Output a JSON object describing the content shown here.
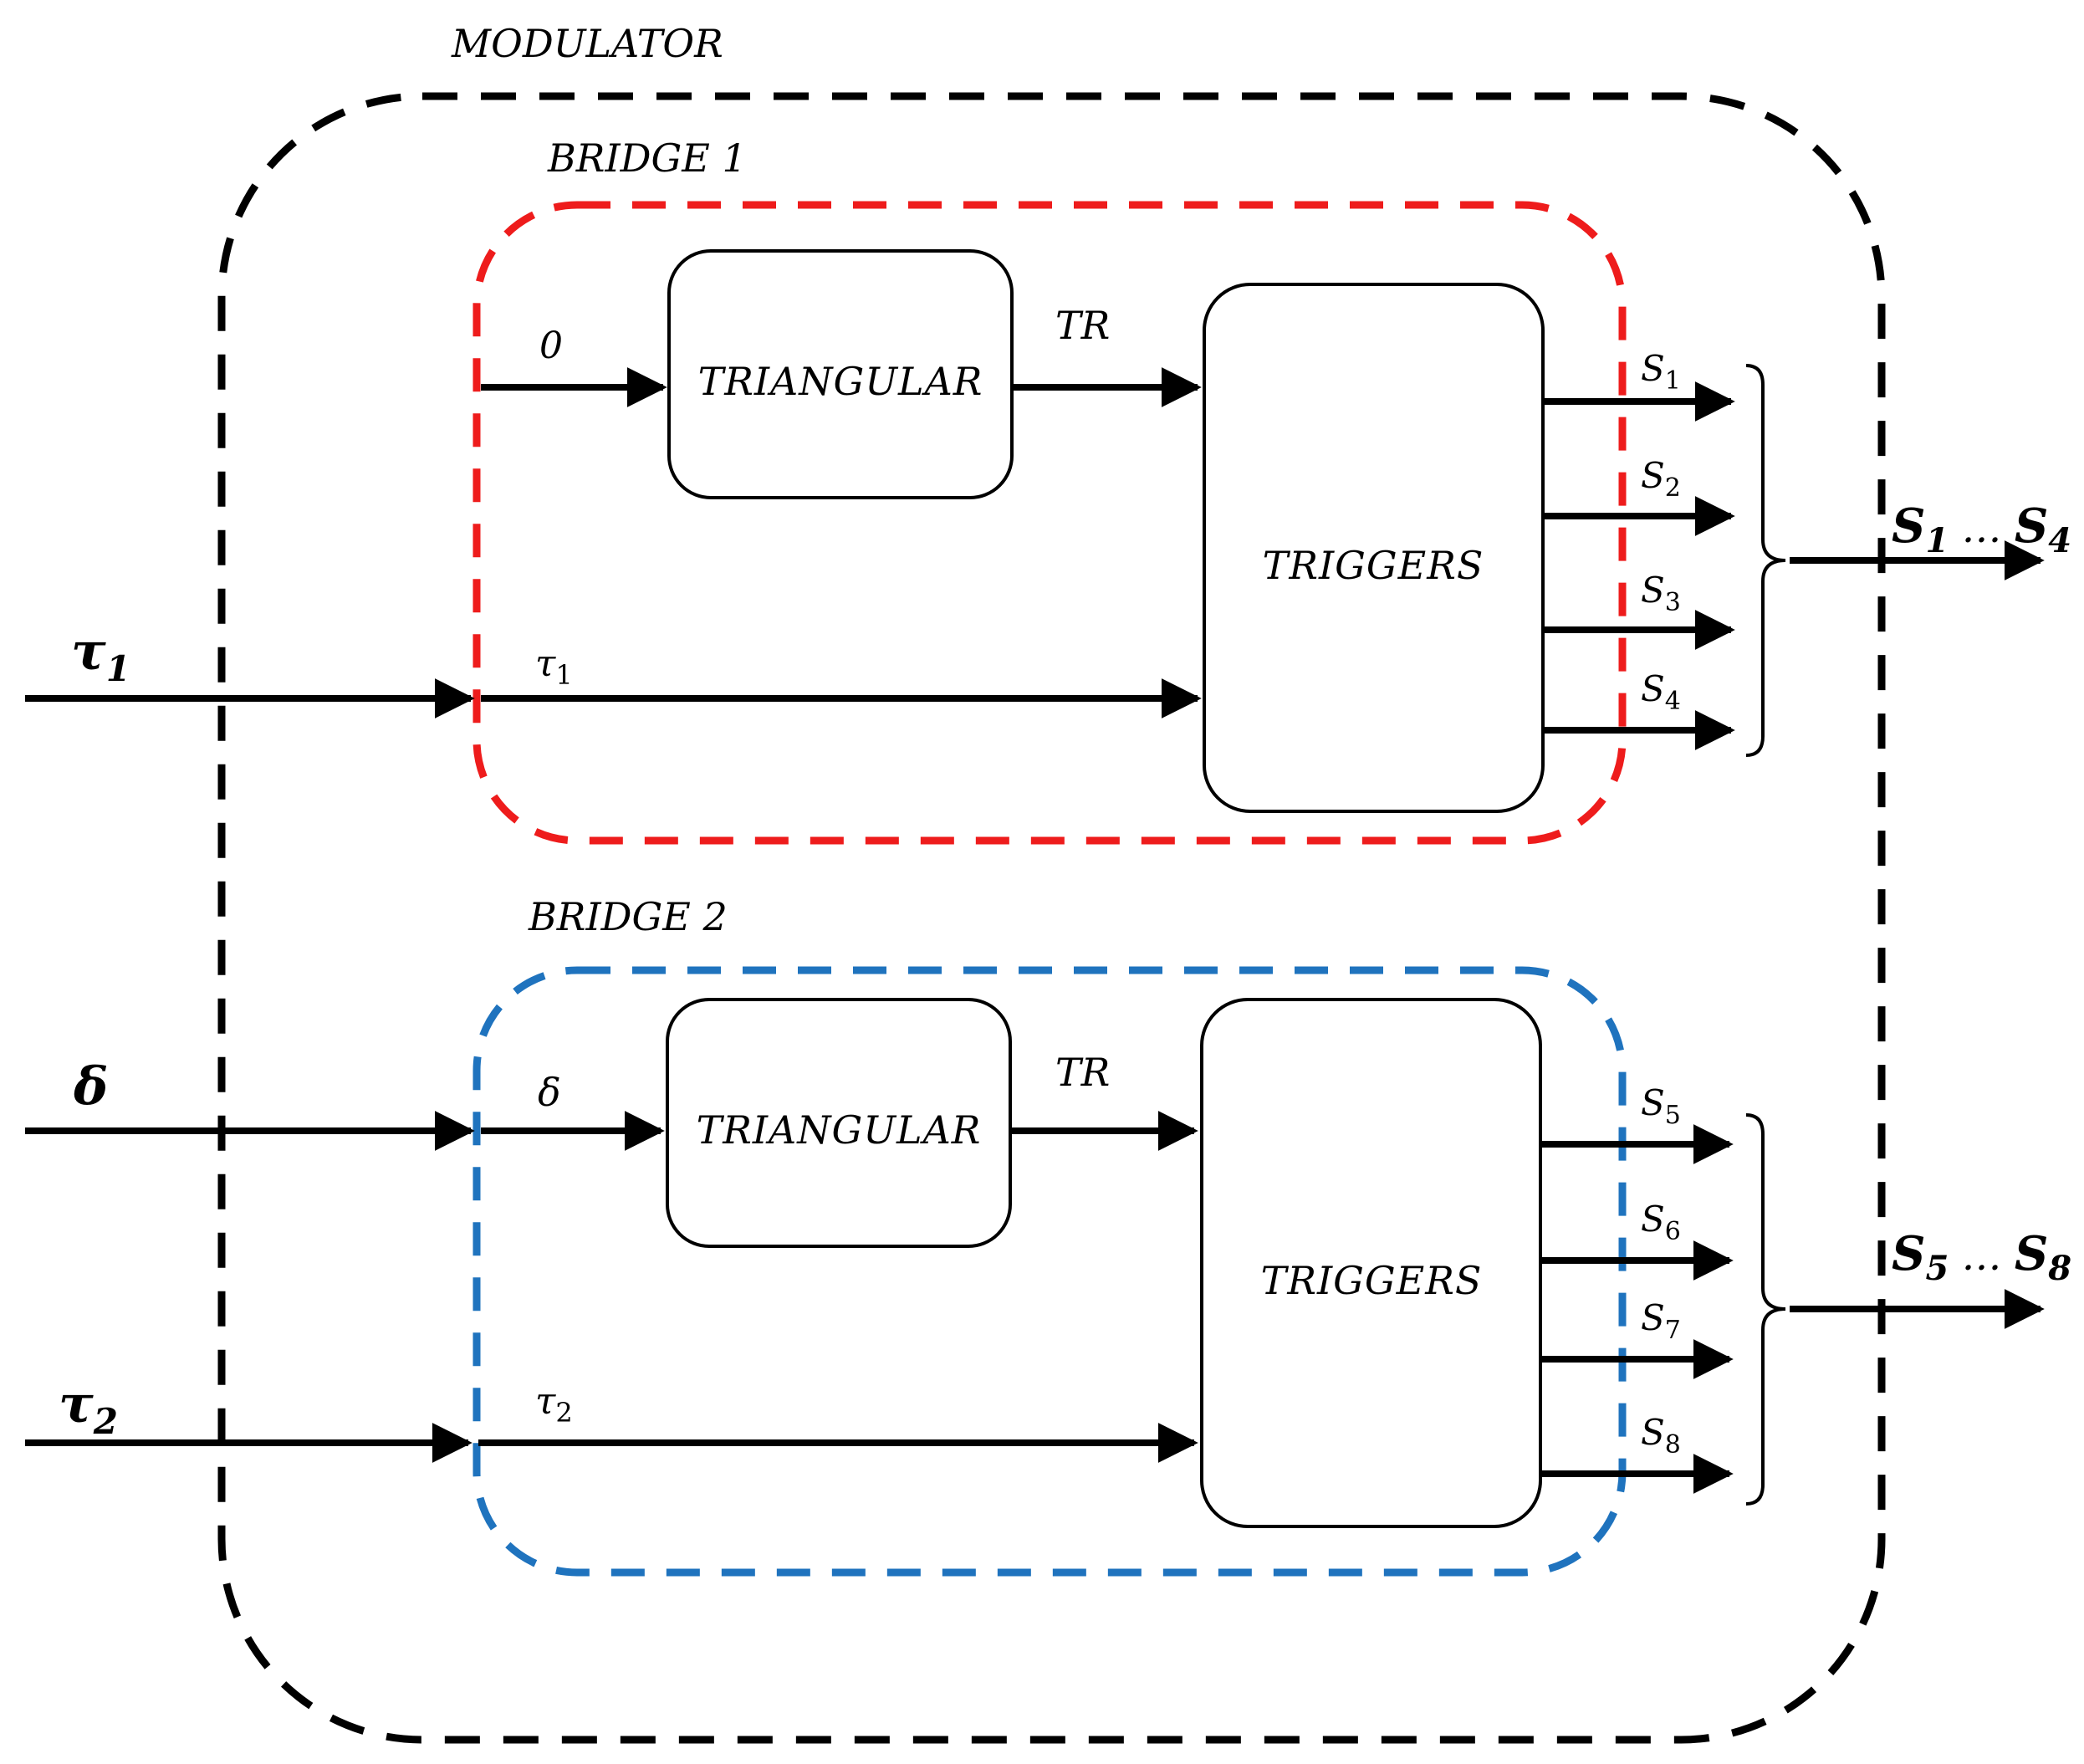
{
  "groups": {
    "modulator": "MODULATOR",
    "bridge1": "BRIDGE 1",
    "bridge2": "BRIDGE 2"
  },
  "blocks": {
    "triangular": "TRIANGULAR",
    "triggers": "TRIGGERS"
  },
  "inputs": {
    "tau1": {
      "sym": "τ",
      "sub": "1"
    },
    "delta": {
      "sym": "δ"
    },
    "tau2": {
      "sym": "τ",
      "sub": "2"
    }
  },
  "bridge1": {
    "tri_in": "0",
    "tri_out": "TR",
    "tau_in": {
      "sym": "τ",
      "sub": "1"
    },
    "outputs": [
      {
        "sym": "S",
        "sub": "1"
      },
      {
        "sym": "S",
        "sub": "2"
      },
      {
        "sym": "S",
        "sub": "3"
      },
      {
        "sym": "S",
        "sub": "4"
      }
    ],
    "bus": {
      "a": "S",
      "a_sub": "1",
      "dots": " … ",
      "b": "S",
      "b_sub": "4"
    }
  },
  "bridge2": {
    "tri_in": "δ",
    "tri_out": "TR",
    "tau_in": {
      "sym": "τ",
      "sub": "2"
    },
    "outputs": [
      {
        "sym": "S",
        "sub": "5"
      },
      {
        "sym": "S",
        "sub": "6"
      },
      {
        "sym": "S",
        "sub": "7"
      },
      {
        "sym": "S",
        "sub": "8"
      }
    ],
    "bus": {
      "a": "S",
      "a_sub": "5",
      "dots": " … ",
      "b": "S",
      "b_sub": "8"
    }
  },
  "colors": {
    "modulator": "#000000",
    "bridge1": "#ee1c1c",
    "bridge2": "#1f73be",
    "line": "#000000"
  }
}
